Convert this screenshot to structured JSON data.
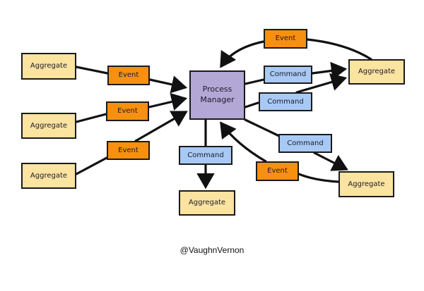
{
  "diagram": {
    "title": "Process Manager pattern",
    "nodes": {
      "pm": {
        "label": "Process Manager",
        "line1": "Process",
        "line2": "Manager",
        "kind": "process-manager"
      },
      "agg_left_1": {
        "label": "Aggregate",
        "kind": "aggregate"
      },
      "agg_left_2": {
        "label": "Aggregate",
        "kind": "aggregate"
      },
      "agg_left_3": {
        "label": "Aggregate",
        "kind": "aggregate"
      },
      "agg_right_top": {
        "label": "Aggregate",
        "kind": "aggregate"
      },
      "agg_right_bottom": {
        "label": "Aggregate",
        "kind": "aggregate"
      },
      "agg_bottom": {
        "label": "Aggregate",
        "kind": "aggregate"
      },
      "evt_left_1": {
        "label": "Event",
        "kind": "event"
      },
      "evt_left_2": {
        "label": "Event",
        "kind": "event"
      },
      "evt_left_3": {
        "label": "Event",
        "kind": "event"
      },
      "evt_top": {
        "label": "Event",
        "kind": "event"
      },
      "evt_bottom_right": {
        "label": "Event",
        "kind": "event"
      },
      "cmd_right_1": {
        "label": "Command",
        "kind": "command"
      },
      "cmd_right_2": {
        "label": "Command",
        "kind": "command"
      },
      "cmd_bottom": {
        "label": "Command",
        "kind": "command"
      },
      "cmd_lower_right": {
        "label": "Command",
        "kind": "command"
      }
    },
    "edges": [
      {
        "from": "agg_left_1",
        "via": "evt_left_1",
        "to": "pm"
      },
      {
        "from": "agg_left_2",
        "via": "evt_left_2",
        "to": "pm"
      },
      {
        "from": "agg_left_3",
        "via": "evt_left_3",
        "to": "pm"
      },
      {
        "from": "agg_right_top",
        "via": "evt_top",
        "to": "pm"
      },
      {
        "from": "pm",
        "via": "cmd_right_1",
        "to": "agg_right_top"
      },
      {
        "from": "pm",
        "via": "cmd_right_2",
        "to": "agg_right_top"
      },
      {
        "from": "pm",
        "via": "cmd_bottom",
        "to": "agg_bottom"
      },
      {
        "from": "pm",
        "via": "cmd_lower_right",
        "to": "agg_right_bottom"
      },
      {
        "from": "agg_right_bottom",
        "via": "evt_bottom_right",
        "to": "pm"
      }
    ],
    "colors": {
      "aggregate": "#fbe3a0",
      "event": "#f7900f",
      "command": "#a9c9f5",
      "process_manager": "#b3a7d6"
    },
    "credit": "@VaughnVernon"
  }
}
